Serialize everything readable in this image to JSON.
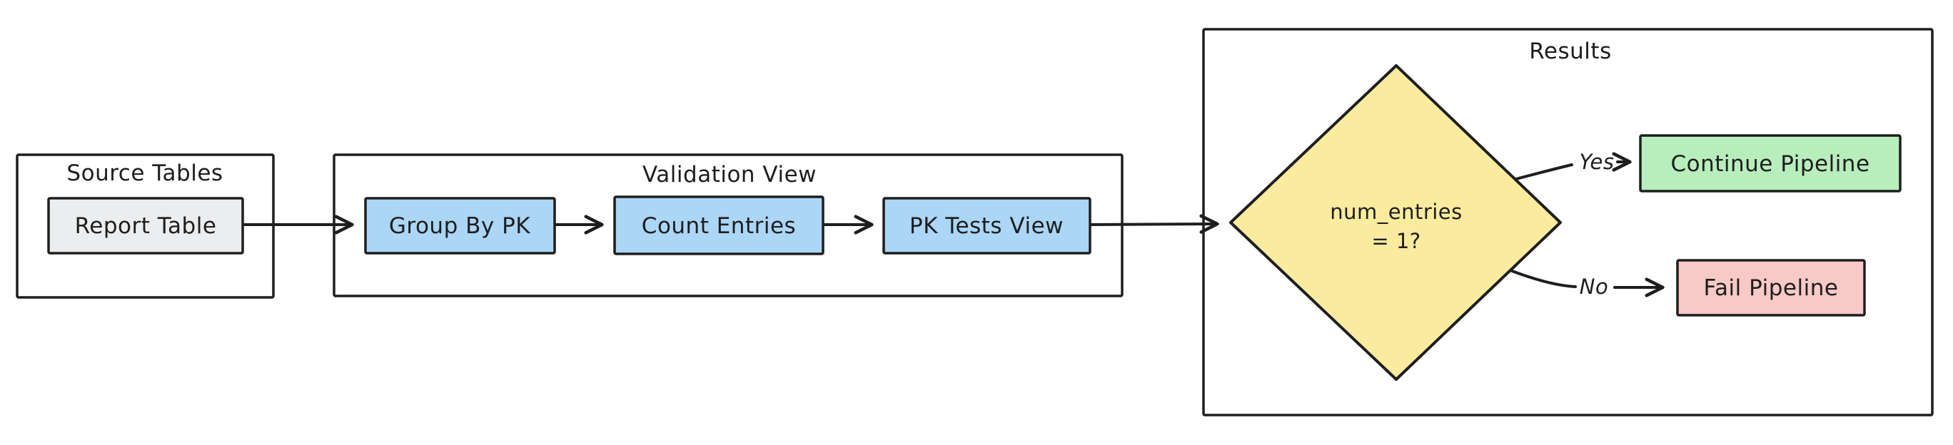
{
  "canvas": {
    "background": "#ffffff",
    "stroke_color": "#1e1e1e"
  },
  "groups": {
    "source_tables": {
      "title": "Source Tables"
    },
    "validation_view": {
      "title": "Validation View"
    },
    "results": {
      "title": "Results"
    }
  },
  "nodes": {
    "report_table": {
      "label": "Report Table",
      "fill": "#ebedef"
    },
    "group_by_pk": {
      "label": "Group By PK",
      "fill": "#abd6f6"
    },
    "count_entries": {
      "label": "Count Entries",
      "fill": "#abd6f6"
    },
    "pk_tests_view": {
      "label": "PK Tests View",
      "fill": "#abd6f6"
    },
    "decision": {
      "line1": "num_entries",
      "line2": "= 1?",
      "fill": "#fbeb9e"
    },
    "continue_pipeline": {
      "label": "Continue Pipeline",
      "fill": "#b7eebc"
    },
    "fail_pipeline": {
      "label": "Fail Pipeline",
      "fill": "#f7c9c7"
    }
  },
  "edge_labels": {
    "yes": "Yes",
    "no": "No"
  }
}
